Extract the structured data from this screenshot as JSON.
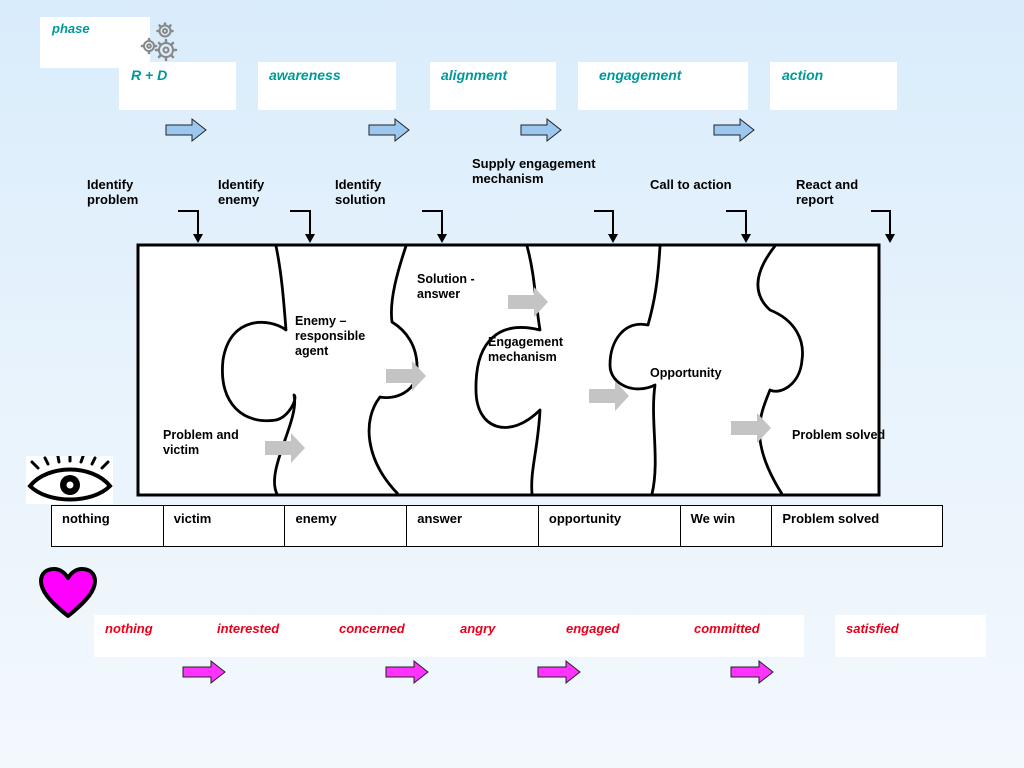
{
  "phase_label": "phase",
  "phases": [
    "R + D",
    "awareness",
    "alignment",
    "engagement",
    "action"
  ],
  "steps": [
    "Identify problem",
    "Identify enemy",
    "Identify solution",
    "Supply engagement mechanism",
    "Call to action",
    "React and report"
  ],
  "puzzle_labels": [
    "Solution - answer",
    "Enemy – responsible agent",
    "Engagement mechanism",
    "Opportunity",
    "Problem and victim",
    "Problem solved"
  ],
  "table_cells": [
    "nothing",
    "victim",
    "enemy",
    "answer",
    "opportunity",
    "We win",
    "Problem solved"
  ],
  "emotions": [
    "nothing",
    "interested",
    "concerned",
    "angry",
    "engaged",
    "committed",
    "satisfied"
  ],
  "colors": {
    "teal_text": "#009999",
    "red_text": "#e8001c",
    "blue_arrow": "#9cc8f0",
    "magenta_arrow": "#ff33ff",
    "gray_arrow": "#c0c0c0"
  },
  "icons": [
    "gears-icon",
    "eye-icon",
    "heart-icon"
  ]
}
